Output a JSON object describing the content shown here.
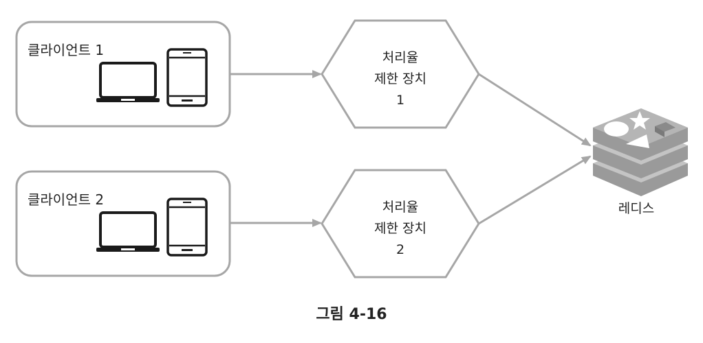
{
  "clients": [
    {
      "label": "클라이언트 1"
    },
    {
      "label": "클라이언트 2"
    }
  ],
  "rate_limiters": [
    {
      "lines": [
        "처리율",
        "제한 장치",
        "1"
      ]
    },
    {
      "lines": [
        "처리율",
        "제한 장치",
        "2"
      ]
    }
  ],
  "redis": {
    "label": "레디스",
    "icon": "redis-stack-icon"
  },
  "caption": "그림 4-16",
  "colors": {
    "stroke": "#a6a6a6",
    "text": "#222222",
    "device": "#1a1a1a",
    "redis_light": "#c4c4c4",
    "redis_dark": "#9a9a9a"
  }
}
